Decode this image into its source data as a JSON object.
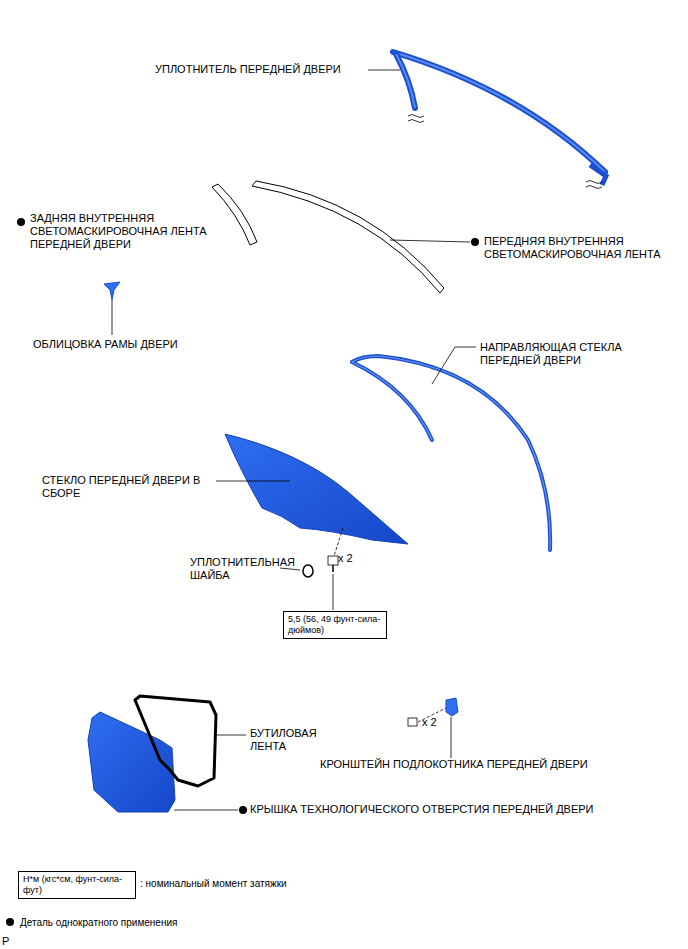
{
  "diagram": {
    "nodes": [
      {
        "text": [
          "5,5 (56, 49 фунт-сила-дюймов)"
        ]
      },
      {
        "text": [
          "Н*м (кгс*см, фунт-сила-фут)"
        ]
      }
    ],
    "labels": [
      "УПЛОТНИТЕЛЬ ПЕРЕДНЕЙ ДВЕРИ",
      "ЗАДНЯЯ ВНУТРЕННЯЯ СВЕТОМАСКИРОВОЧНАЯ ЛЕНТА ПЕРЕДНЕЙ ДВЕРИ",
      "ПЕРЕДНЯЯ ВНУТРЕННЯЯ СВЕТОМАСКИРОВОЧНАЯ ЛЕНТА",
      "ОБЛИЦОВКА РАМЫ ДВЕРИ",
      "НАПРАВЛЯЮЩАЯ СТЕКЛА ПЕРЕДНЕЙ ДВЕРИ",
      "СТЕКЛО ПЕРЕДНЕЙ ДВЕРИ В СБОРЕ",
      "УПЛОТНИТЕЛЬНАЯ ШАЙБА",
      "x 2",
      "БУТИЛОВАЯ ЛЕНТА",
      "x 2",
      "КРОНШТЕЙН ПОДЛОКОТНИКА ПЕРЕДНЕЙ ДВЕРИ",
      "КРЫШКА ТЕХНОЛОГИЧЕСКОГО ОТВЕРСТИЯ ПЕРЕДНЕЙ ДВЕРИ",
      "P"
    ],
    "legend": [
      {
        "text": ": номинальный момент затяжки"
      },
      {
        "text": "Деталь однократного применения"
      }
    ]
  }
}
